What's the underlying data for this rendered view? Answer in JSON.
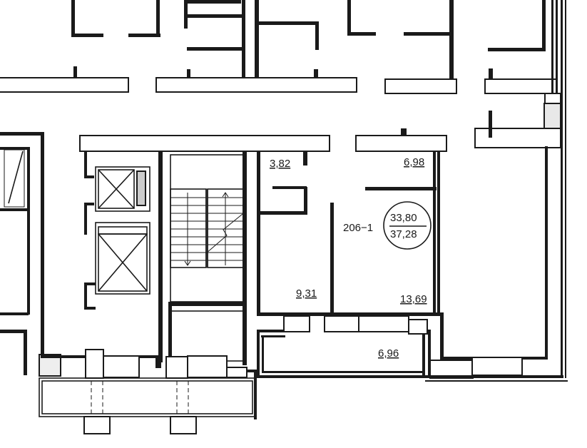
{
  "plan": {
    "apartment_id": "206−1",
    "living_area": "33,80",
    "total_area": "37,28",
    "rooms": [
      {
        "id": "room-a",
        "area": "3,82"
      },
      {
        "id": "room-b",
        "area": "6,98"
      },
      {
        "id": "room-c",
        "area": "9,31"
      },
      {
        "id": "room-d",
        "area": "13,69"
      },
      {
        "id": "balcony",
        "area": "6,96"
      }
    ]
  }
}
